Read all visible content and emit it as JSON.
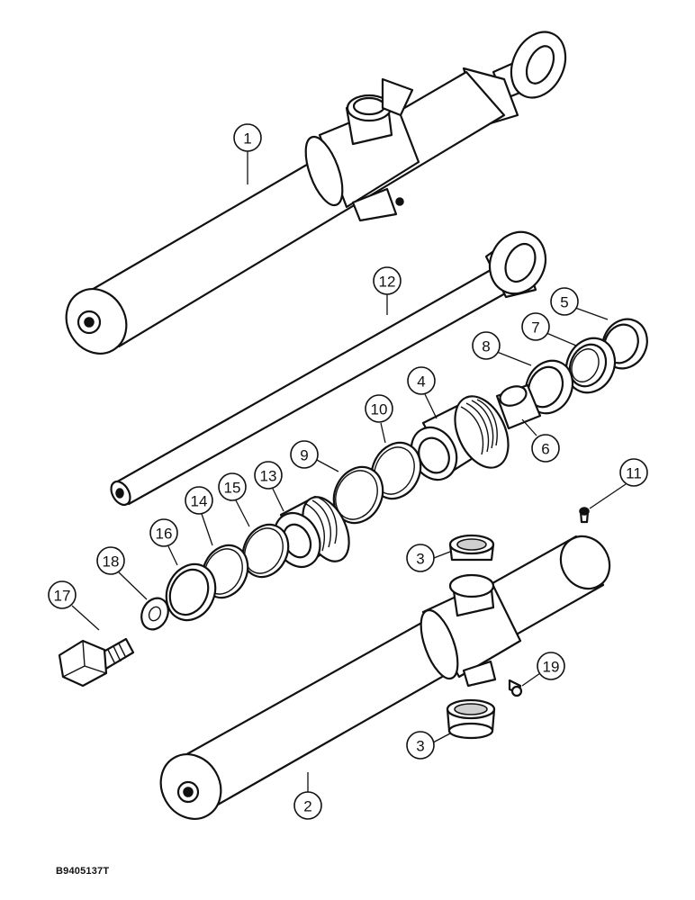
{
  "figure_id": "B9405137T",
  "callouts": [
    {
      "number": "1",
      "part": "cylinder-barrel-upper"
    },
    {
      "number": "12",
      "part": "piston-rod"
    },
    {
      "number": "5",
      "part": "wiper-seal"
    },
    {
      "number": "7",
      "part": "rod-seal"
    },
    {
      "number": "8",
      "part": "backup-ring"
    },
    {
      "number": "4",
      "part": "gland"
    },
    {
      "number": "6",
      "part": "bushing"
    },
    {
      "number": "10",
      "part": "backup-ring-gland"
    },
    {
      "number": "9",
      "part": "o-ring-gland"
    },
    {
      "number": "11",
      "part": "grease-fitting"
    },
    {
      "number": "13",
      "part": "piston"
    },
    {
      "number": "15",
      "part": "o-ring-piston"
    },
    {
      "number": "14",
      "part": "backup-ring-piston"
    },
    {
      "number": "16",
      "part": "piston-seal"
    },
    {
      "number": "18",
      "part": "washer"
    },
    {
      "number": "17",
      "part": "bolt"
    },
    {
      "number": "3",
      "part": "bushing-upper"
    },
    {
      "number": "19",
      "part": "grease-fitting-lower"
    },
    {
      "number": "3",
      "part": "bushing-lower"
    },
    {
      "number": "2",
      "part": "cylinder-barrel-lower"
    }
  ]
}
